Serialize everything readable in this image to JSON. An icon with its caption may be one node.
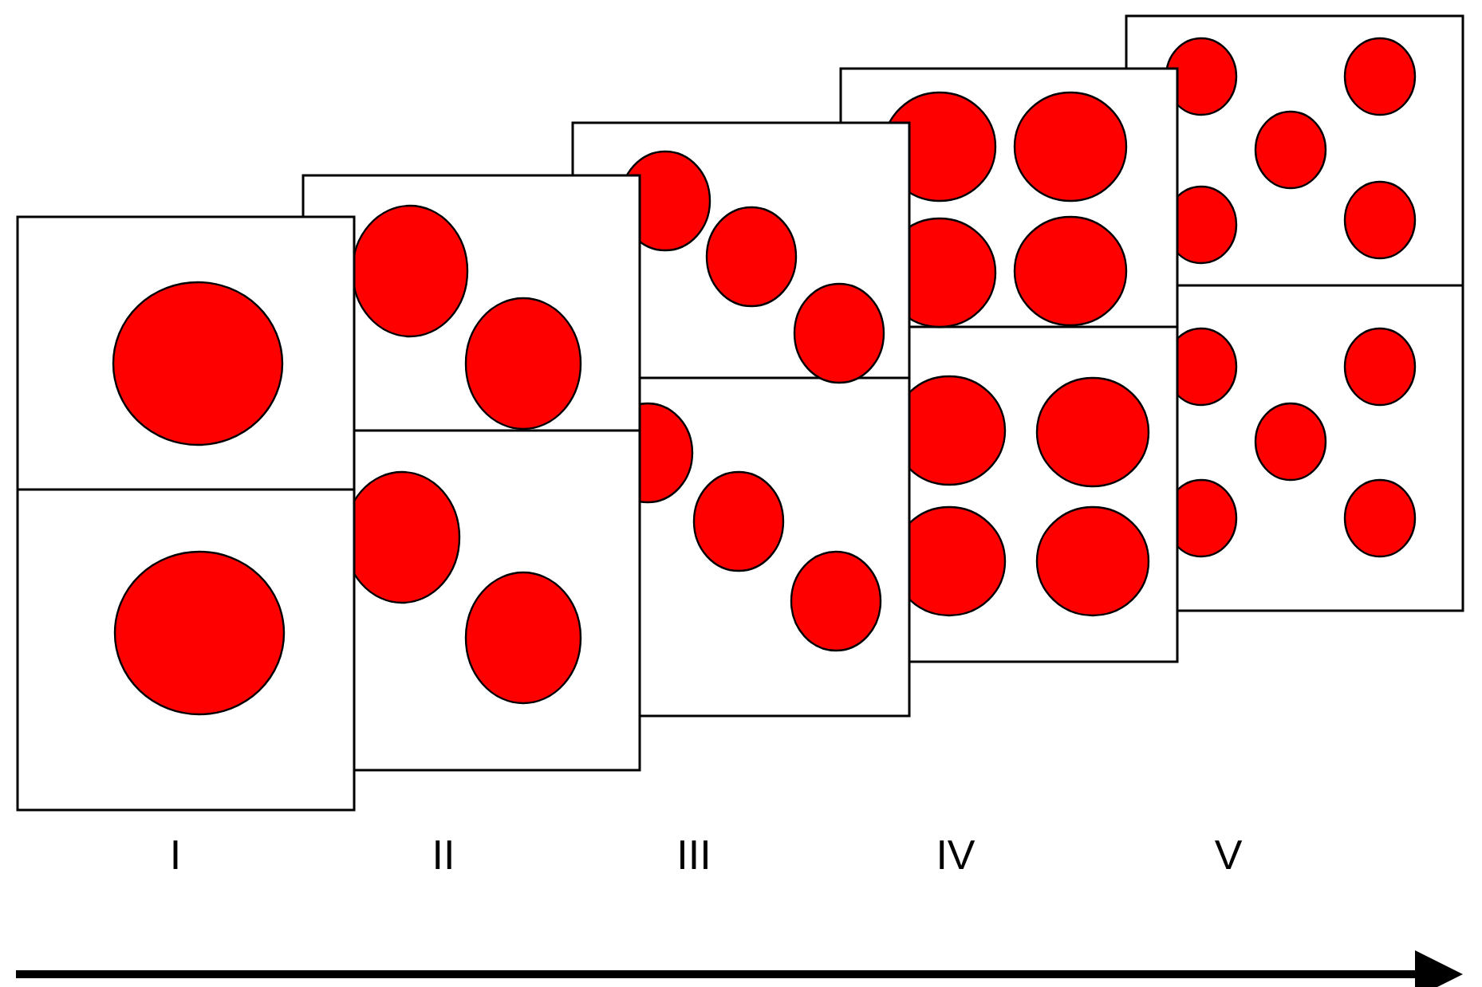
{
  "diagram": {
    "labels": [
      "I",
      "II",
      "III",
      "IV",
      "V"
    ]
  }
}
